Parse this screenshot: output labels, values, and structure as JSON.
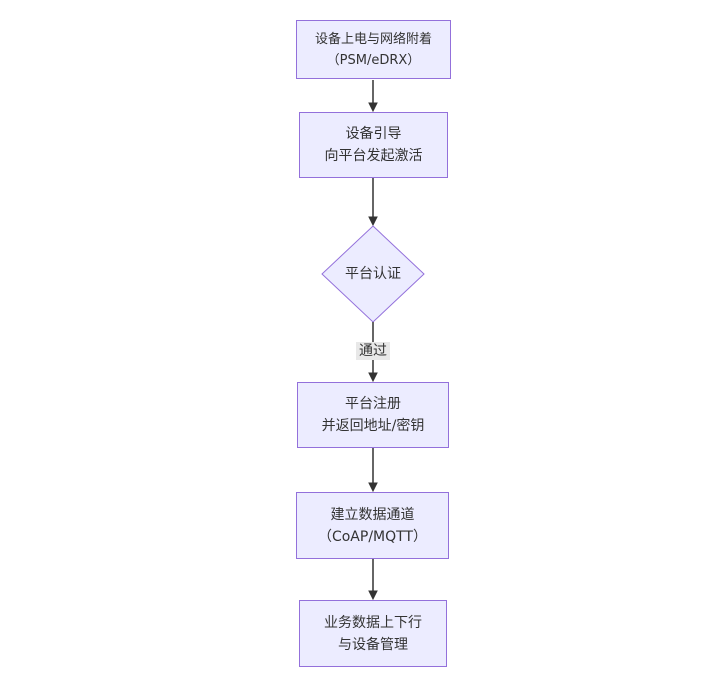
{
  "flow": {
    "nodes": [
      {
        "id": "power-attach",
        "shape": "rect",
        "lines": [
          "设备上电与网络附着",
          "（PSM/eDRX）"
        ]
      },
      {
        "id": "bootstrap",
        "shape": "rect",
        "lines": [
          "设备引导",
          "向平台发起激活"
        ]
      },
      {
        "id": "platform-auth",
        "shape": "diamond",
        "lines": [
          "平台认证"
        ]
      },
      {
        "id": "platform-register",
        "shape": "rect",
        "lines": [
          "平台注册",
          "并返回地址/密钥"
        ]
      },
      {
        "id": "data-channel",
        "shape": "rect",
        "lines": [
          "建立数据通道",
          "（CoAP/MQTT）"
        ]
      },
      {
        "id": "business-data",
        "shape": "rect",
        "lines": [
          "业务数据上下行",
          "与设备管理"
        ]
      }
    ],
    "edges": [
      {
        "from": "power-attach",
        "to": "bootstrap"
      },
      {
        "from": "bootstrap",
        "to": "platform-auth"
      },
      {
        "from": "platform-auth",
        "to": "platform-register",
        "label": "通过"
      },
      {
        "from": "platform-register",
        "to": "data-channel"
      },
      {
        "from": "data-channel",
        "to": "business-data"
      }
    ],
    "colors": {
      "node_fill": "#ECECFF",
      "node_border": "#9370DB",
      "text": "#333333",
      "arrow": "#333333",
      "edge_label_bg": "#E8E8E8",
      "background": "#FFFFFF"
    }
  }
}
